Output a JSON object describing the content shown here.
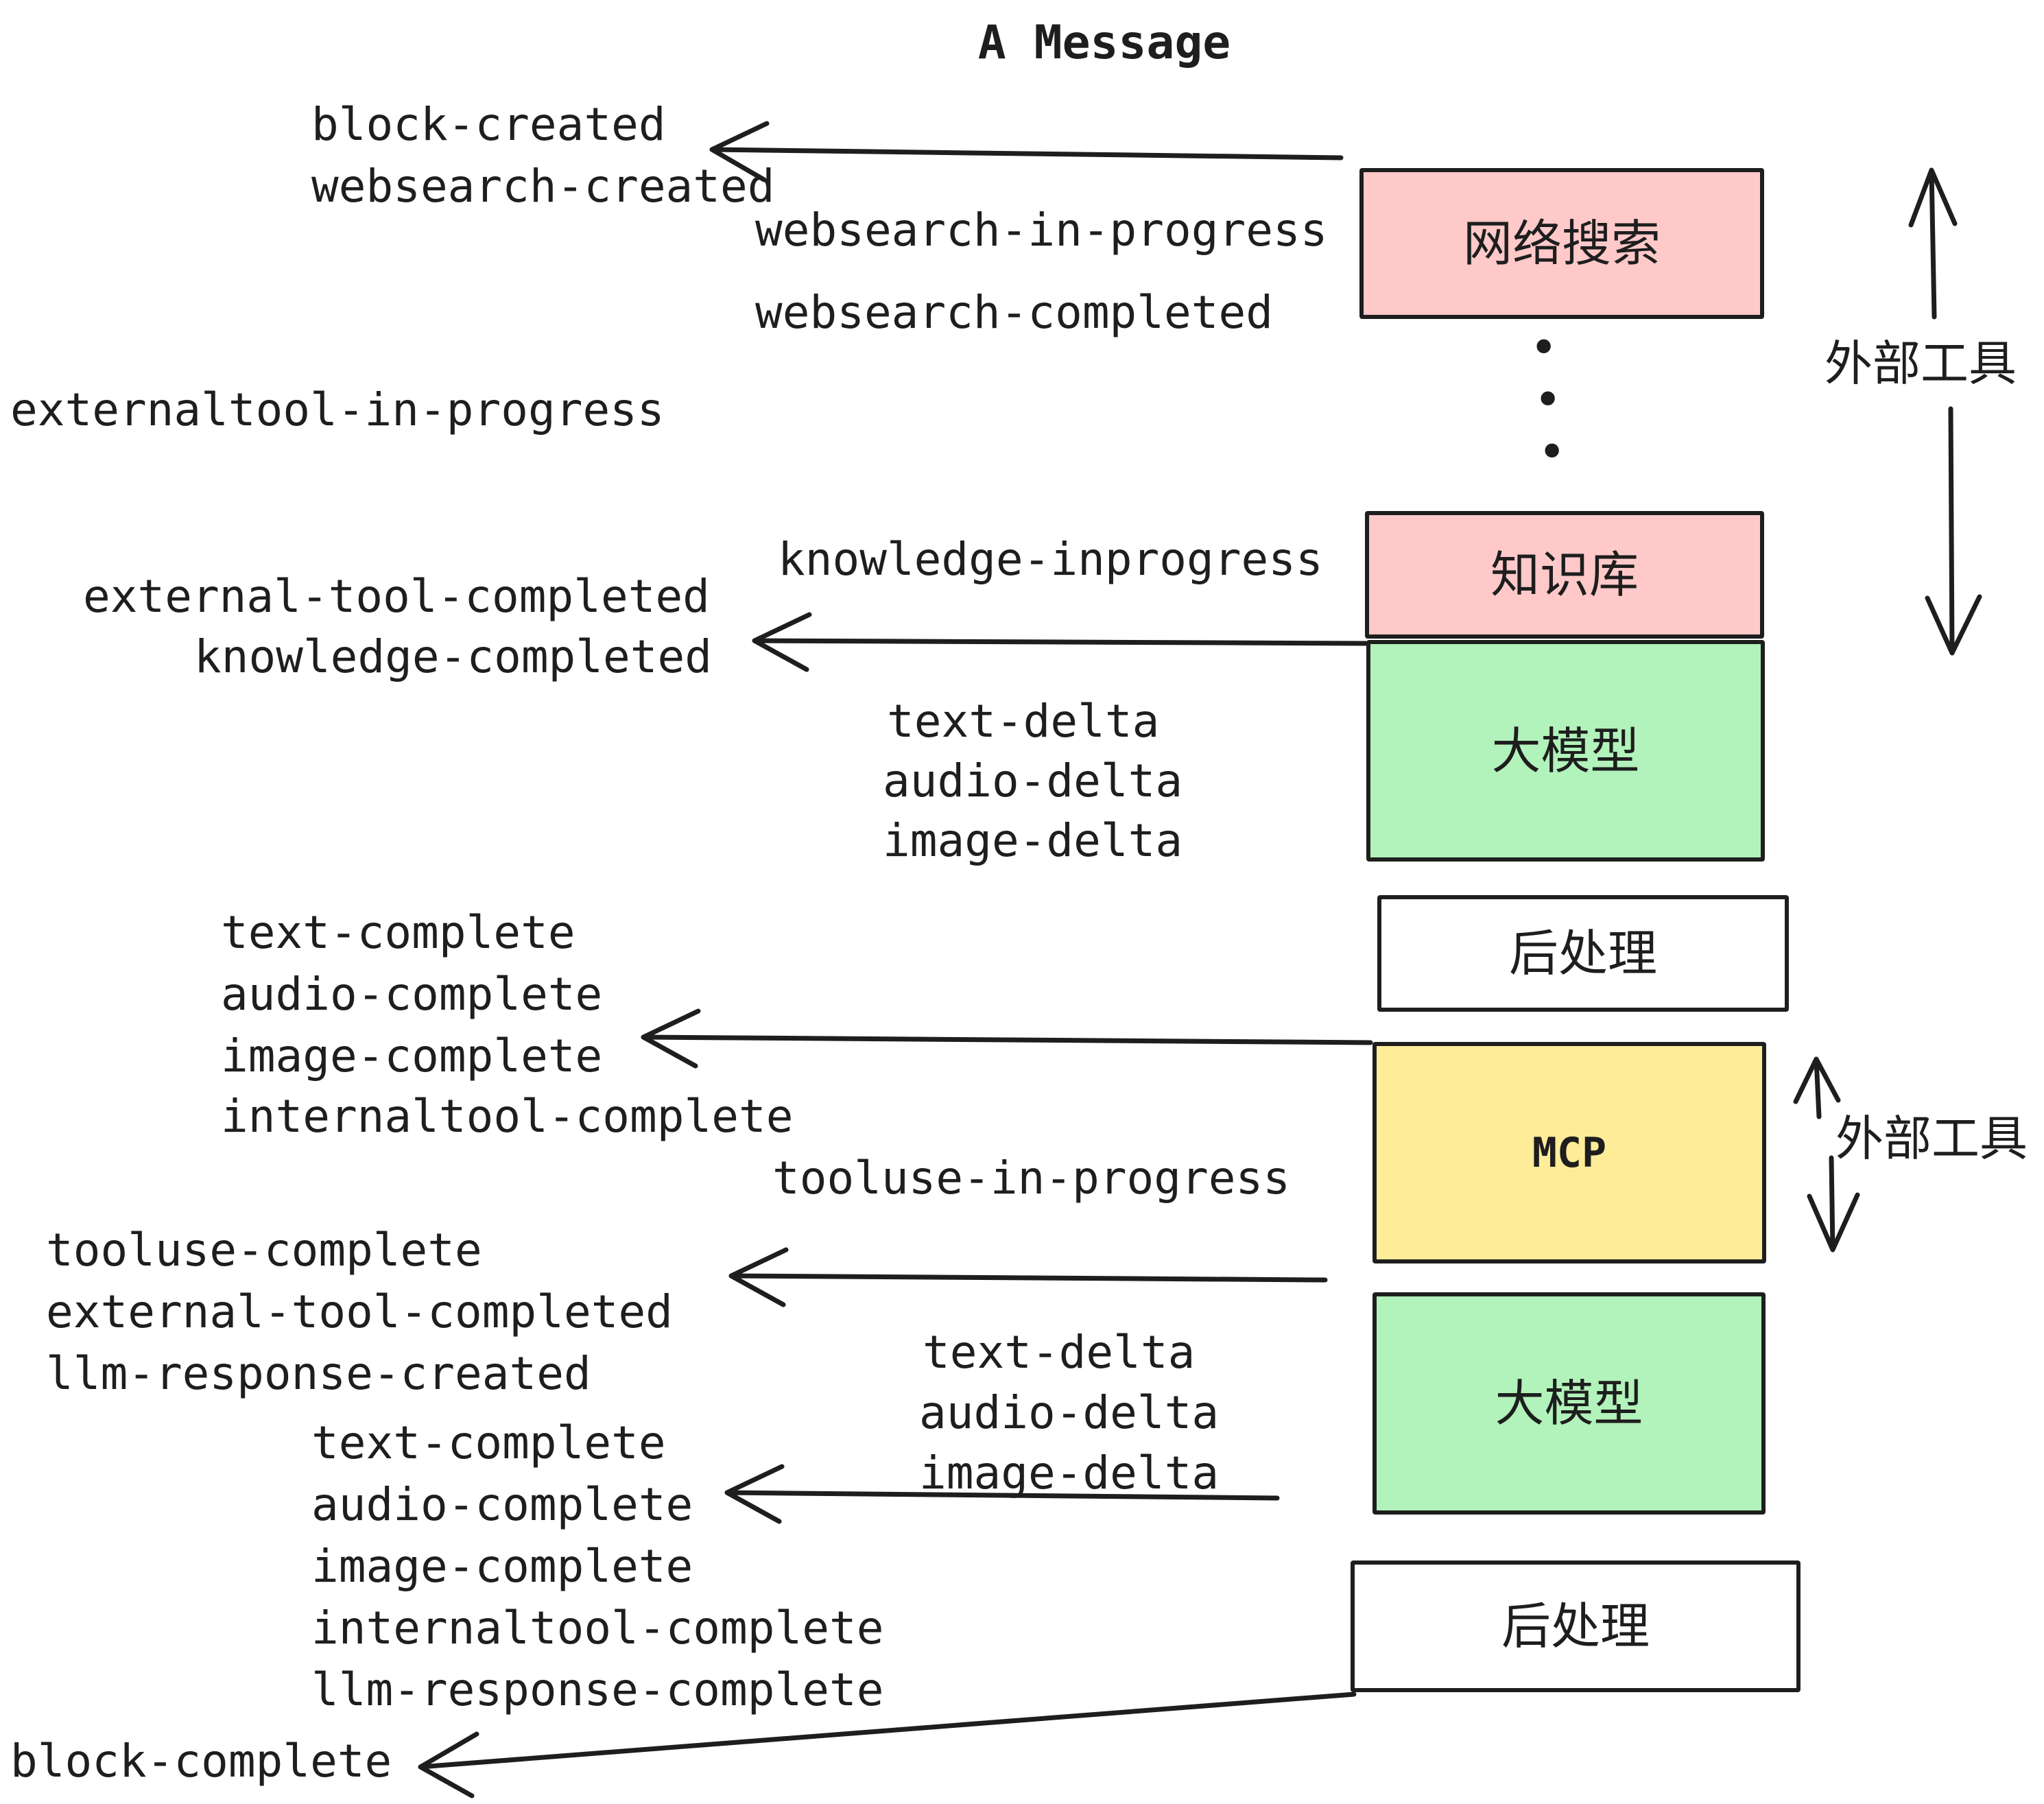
{
  "title": "A Message",
  "colors": {
    "pink": "#ffc9c9",
    "green": "#b2f2bb",
    "yellow": "#ffec99",
    "white": "#ffffff",
    "ink": "#1e1e1e"
  },
  "boxes": {
    "websearch": "网络搜索",
    "knowledge": "知识库",
    "llm1": "大模型",
    "post1": "后处理",
    "mcp": "MCP",
    "llm2": "大模型",
    "post2": "后处理"
  },
  "side_labels": {
    "external_tools_top": "外部工具",
    "external_tools_mcp": "外部工具"
  },
  "dots": [
    "•",
    "•",
    "•"
  ],
  "events": {
    "block_created": "block-created",
    "websearch_created": "websearch-created",
    "websearch_in_progress": "websearch-in-progress",
    "websearch_completed": "websearch-completed",
    "externaltool_in_progress": "externaltool-in-progress",
    "knowledge_inprogress": "knowledge-inprogress",
    "external_tool_completed_1": "external-tool-completed",
    "knowledge_completed": "knowledge-completed",
    "text_delta_1": "text-delta",
    "audio_delta_1": "audio-delta",
    "image_delta_1": "image-delta",
    "text_complete_1": "text-complete",
    "audio_complete_1": "audio-complete",
    "image_complete_1": "image-complete",
    "internaltool_complete_1": "internaltool-complete",
    "tooluse_in_progress": "tooluse-in-progress",
    "tooluse_complete": "tooluse-complete",
    "external_tool_completed_2": "external-tool-completed",
    "llm_response_created": "llm-response-created",
    "text_delta_2": "text-delta",
    "audio_delta_2": "audio-delta",
    "image_delta_2": "image-delta",
    "text_complete_2": "text-complete",
    "audio_complete_2": "audio-complete",
    "image_complete_2": "image-complete",
    "internaltool_complete_2": "internaltool-complete",
    "llm_response_complete": "llm-response-complete",
    "block_complete": "block-complete"
  }
}
